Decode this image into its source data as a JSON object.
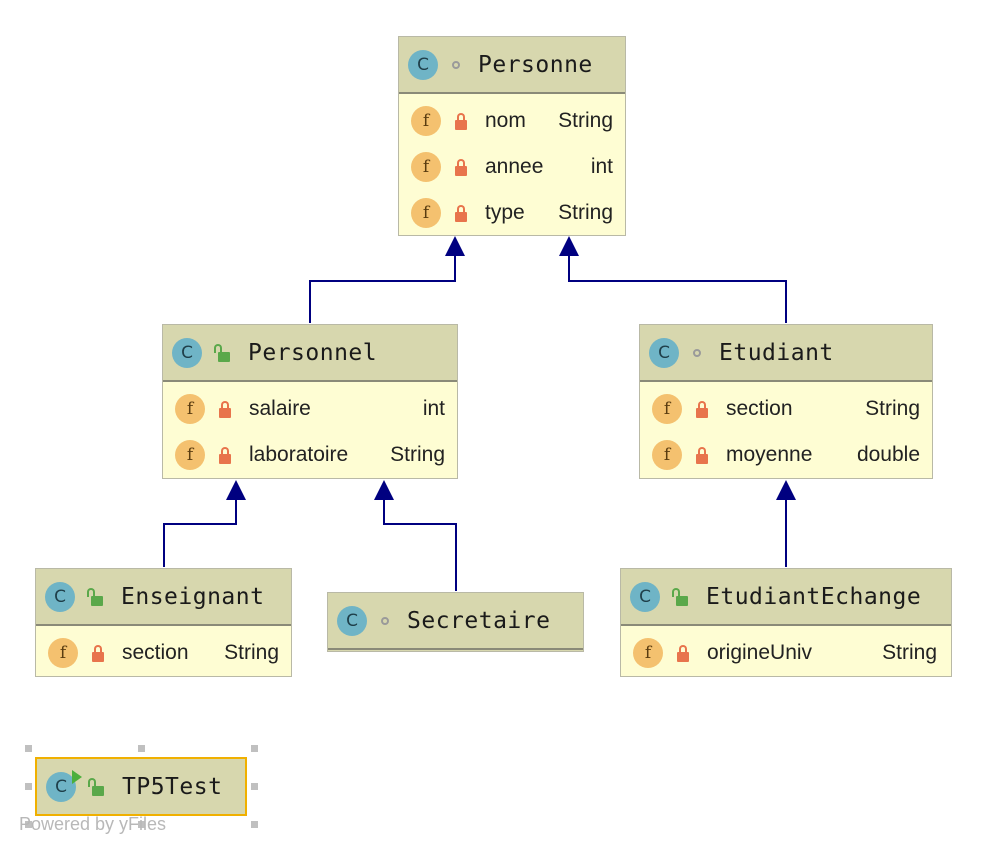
{
  "diagram": {
    "classes": {
      "personne": {
        "name": "Personne",
        "kind_badge": "C",
        "visibility_icon": "package-private-dot-icon",
        "fields": [
          {
            "badge": "f",
            "name": "nom",
            "type": "String"
          },
          {
            "badge": "f",
            "name": "annee",
            "type": "int"
          },
          {
            "badge": "f",
            "name": "type",
            "type": "String"
          }
        ]
      },
      "personnel": {
        "name": "Personnel",
        "kind_badge": "C",
        "visibility_icon": "public-unlock-icon",
        "fields": [
          {
            "badge": "f",
            "name": "salaire",
            "type": "int"
          },
          {
            "badge": "f",
            "name": "laboratoire",
            "type": "String"
          }
        ]
      },
      "etudiant": {
        "name": "Etudiant",
        "kind_badge": "C",
        "visibility_icon": "package-private-dot-icon",
        "fields": [
          {
            "badge": "f",
            "name": "section",
            "type": "String"
          },
          {
            "badge": "f",
            "name": "moyenne",
            "type": "double"
          }
        ]
      },
      "enseignant": {
        "name": "Enseignant",
        "kind_badge": "C",
        "visibility_icon": "public-unlock-icon",
        "fields": [
          {
            "badge": "f",
            "name": "section",
            "type": "String"
          }
        ]
      },
      "secretaire": {
        "name": "Secretaire",
        "kind_badge": "C",
        "visibility_icon": "package-private-dot-icon",
        "fields": []
      },
      "etudiant_echange": {
        "name": "EtudiantEchange",
        "kind_badge": "C",
        "visibility_icon": "public-unlock-icon",
        "fields": [
          {
            "badge": "f",
            "name": "origineUniv",
            "type": "String"
          }
        ]
      },
      "tp5test": {
        "name": "TP5Test",
        "kind_badge": "C",
        "visibility_icon": "public-unlock-icon",
        "fields": []
      }
    },
    "inheritance": [
      {
        "child": "Personnel",
        "parent": "Personne"
      },
      {
        "child": "Etudiant",
        "parent": "Personne"
      },
      {
        "child": "Enseignant",
        "parent": "Personnel"
      },
      {
        "child": "Secretaire",
        "parent": "Personnel"
      },
      {
        "child": "EtudiantEchange",
        "parent": "Etudiant"
      }
    ],
    "watermark": "Powered by yFiles",
    "colors": {
      "header": "#d7d7ae",
      "body": "#fefdd3",
      "edge": "#000080",
      "class_badge": "#6fb4c6",
      "field_badge": "#f4c16f",
      "private_lock": "#e8744c",
      "public_lock": "#5aa84a",
      "selection": "#f0b000"
    }
  }
}
